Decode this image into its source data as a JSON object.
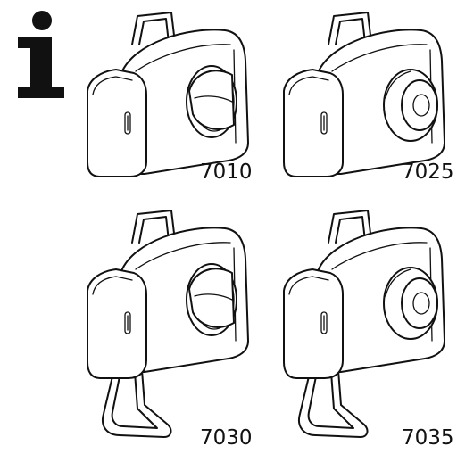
{
  "info_icon": {
    "name": "info-icon"
  },
  "panels": [
    {
      "model": "7010",
      "knob": "thumb-turn",
      "chain": false
    },
    {
      "model": "7025",
      "knob": "cylinder",
      "chain": false
    },
    {
      "model": "7030",
      "knob": "thumb-turn",
      "chain": true
    },
    {
      "model": "7035",
      "knob": "cylinder",
      "chain": true
    }
  ],
  "colors": {
    "line": "#111111",
    "background": "#ffffff"
  }
}
